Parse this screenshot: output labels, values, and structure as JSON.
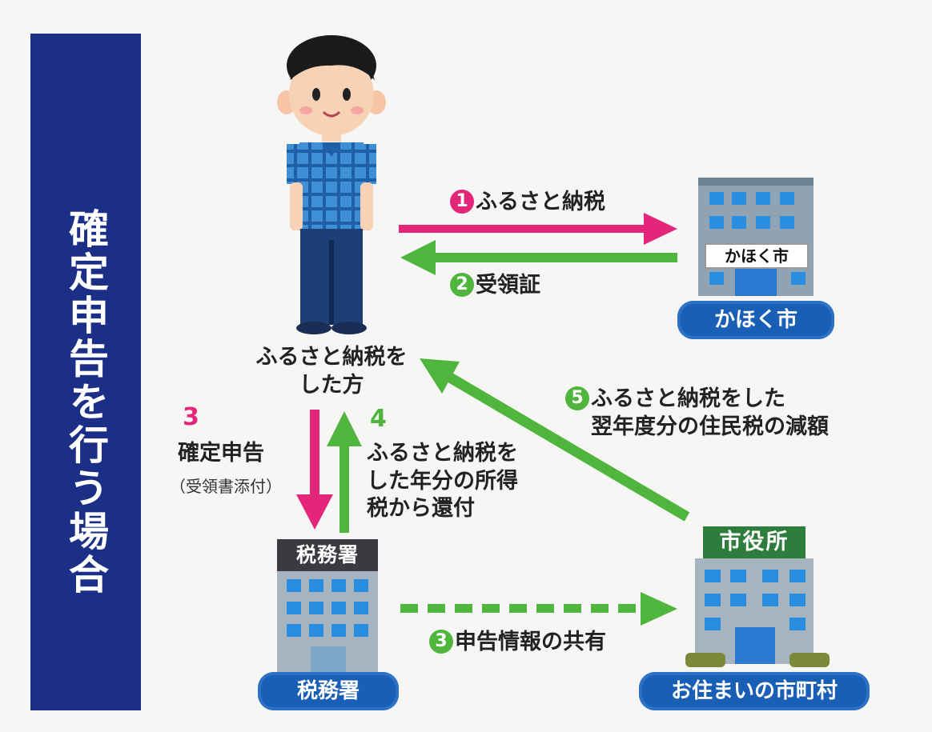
{
  "sidebar": {
    "title": "確定申告を行う場合"
  },
  "person": {
    "label_line1": "ふるさと納税を",
    "label_line2": "した方"
  },
  "step1": {
    "num": "1",
    "text": "ふるさと納税"
  },
  "step2": {
    "num": "2",
    "text": "受領証"
  },
  "step3_declare": {
    "num": "3",
    "text": "確定申告",
    "sub": "（受領書添付）"
  },
  "step4": {
    "num": "4",
    "line1": "ふるさと納税を",
    "line2": "した年分の所得",
    "line3": "税から還付"
  },
  "step5": {
    "num": "5",
    "line1": "ふるさと納税をした",
    "line2": "翌年度分の住民税の減額"
  },
  "step3_share": {
    "num": "3",
    "text": "申告情報の共有"
  },
  "kahoku": {
    "sign": "かほく市",
    "pill": "かほく市"
  },
  "tax_office": {
    "sign": "税務署",
    "pill": "税務署"
  },
  "city_hall": {
    "sign": "市役所",
    "pill": "お住まいの市町村"
  },
  "colors": {
    "pink": "#e4267a",
    "green": "#4fb53c",
    "navy": "#1c2f86",
    "blue": "#1a5fb6"
  }
}
